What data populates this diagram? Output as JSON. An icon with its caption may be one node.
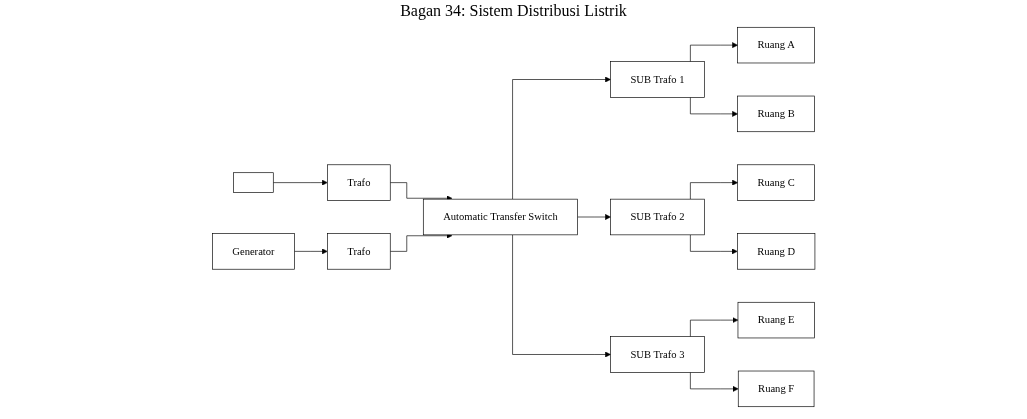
{
  "diagram": {
    "title": "Bagan 34: Sistem Distribusi Listrik",
    "nodes": [
      {
        "text": [],
        "shape": "box"
      },
      {
        "text": [
          "Trafo"
        ]
      },
      {
        "text": [
          "Automatic Transfer Switch"
        ]
      },
      {
        "text": [
          "Generator"
        ]
      },
      {
        "text": [
          "Trafo"
        ]
      },
      {
        "text": [
          "SUB Trafo 1"
        ]
      },
      {
        "text": [
          "SUB Trafo 2"
        ]
      },
      {
        "text": [
          "SUB Trafo 3"
        ]
      },
      {
        "text": [
          "Ruang  A"
        ]
      },
      {
        "text": [
          "Ruang  B"
        ]
      },
      {
        "text": [
          "Ruang C"
        ]
      },
      {
        "text": [
          "Ruang  D"
        ]
      },
      {
        "text": [
          "Ruang E"
        ]
      },
      {
        "text": [
          "Ruang  F"
        ]
      }
    ],
    "edges": [
      {
        "from": 0,
        "to": 1,
        "arrow": "to"
      },
      {
        "from": 1,
        "to": 2,
        "arrow": "to"
      },
      {
        "from": 3,
        "to": 4,
        "arrow": "to"
      },
      {
        "from": 4,
        "to": 2,
        "arrow": "to"
      },
      {
        "from": 2,
        "to": 5,
        "arrow": "to"
      },
      {
        "from": 2,
        "to": 6,
        "arrow": "to"
      },
      {
        "from": 2,
        "to": 7,
        "arrow": "to"
      },
      {
        "from": 5,
        "to": 8,
        "arrow": "to"
      },
      {
        "from": 5,
        "to": 9,
        "arrow": "to"
      },
      {
        "from": 6,
        "to": 10,
        "arrow": "to"
      },
      {
        "from": 6,
        "to": 11,
        "arrow": "to"
      },
      {
        "from": 7,
        "to": 12,
        "arrow": "to"
      },
      {
        "from": 7,
        "to": 13,
        "arrow": "to"
      }
    ]
  }
}
